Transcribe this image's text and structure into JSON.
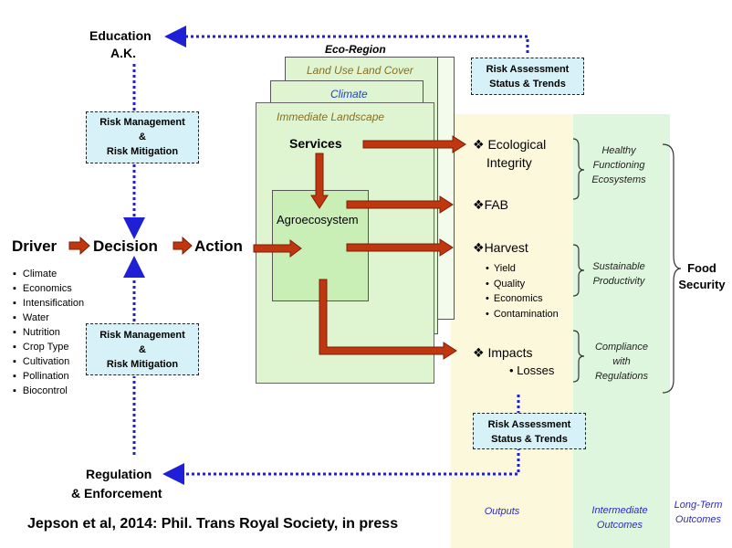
{
  "top": {
    "education": "Education",
    "ak": "A.K."
  },
  "bottom": {
    "regulation": "Regulation",
    "enforcement": "& Enforcement"
  },
  "flow": {
    "driver": "Driver",
    "decision": "Decision",
    "action": "Action"
  },
  "drivers": [
    "Climate",
    "Economics",
    "Intensification",
    "Water",
    "Nutrition",
    "Crop Type",
    "Cultivation",
    "Pollination",
    "Biocontrol"
  ],
  "risk_management": {
    "line1": "Risk Management",
    "line2": "&",
    "line3": "Risk Mitigation"
  },
  "risk_assessment": {
    "line1": "Risk Assessment",
    "line2": "Status & Trends"
  },
  "frames": {
    "eco_region": "Eco-Region",
    "land_use": "Land Use Land Cover",
    "climate": "Climate",
    "immediate": "Immediate Landscape",
    "services": "Services",
    "agroecosystem": "Agroecosystem"
  },
  "outputs": {
    "ecological": "Ecological",
    "integrity": "Integrity",
    "fab": "FAB",
    "harvest": "Harvest",
    "harvest_items": [
      "Yield",
      "Quality",
      "Economics",
      "Contamination"
    ],
    "impacts": "Impacts",
    "losses": "Losses",
    "bullet_symbol": "❖"
  },
  "intermediate": {
    "healthy": [
      "Healthy",
      "Functioning",
      "Ecosystems"
    ],
    "sustainable": [
      "Sustainable",
      "Productivity"
    ],
    "compliance": [
      "Compliance",
      "with",
      "Regulations"
    ]
  },
  "long_term": {
    "food": "Food",
    "security": "Security"
  },
  "columns": {
    "outputs": "Outputs",
    "intermediate": [
      "Intermediate",
      "Outcomes"
    ],
    "long_term": [
      "Long-Term",
      "Outcomes"
    ]
  },
  "citation": "Jepson et al, 2014: Phil. Trans Royal Society, in press",
  "colors": {
    "arrow_red": "#c0360f",
    "dotted_blue": "#1f1fd6",
    "outputs_col": "#fcf8dc",
    "intermediate_col": "#dff6de",
    "frame_fill": "#dff5d2",
    "agro_fill": "#c9efb6",
    "risk_fill": "#d6f1f7"
  }
}
